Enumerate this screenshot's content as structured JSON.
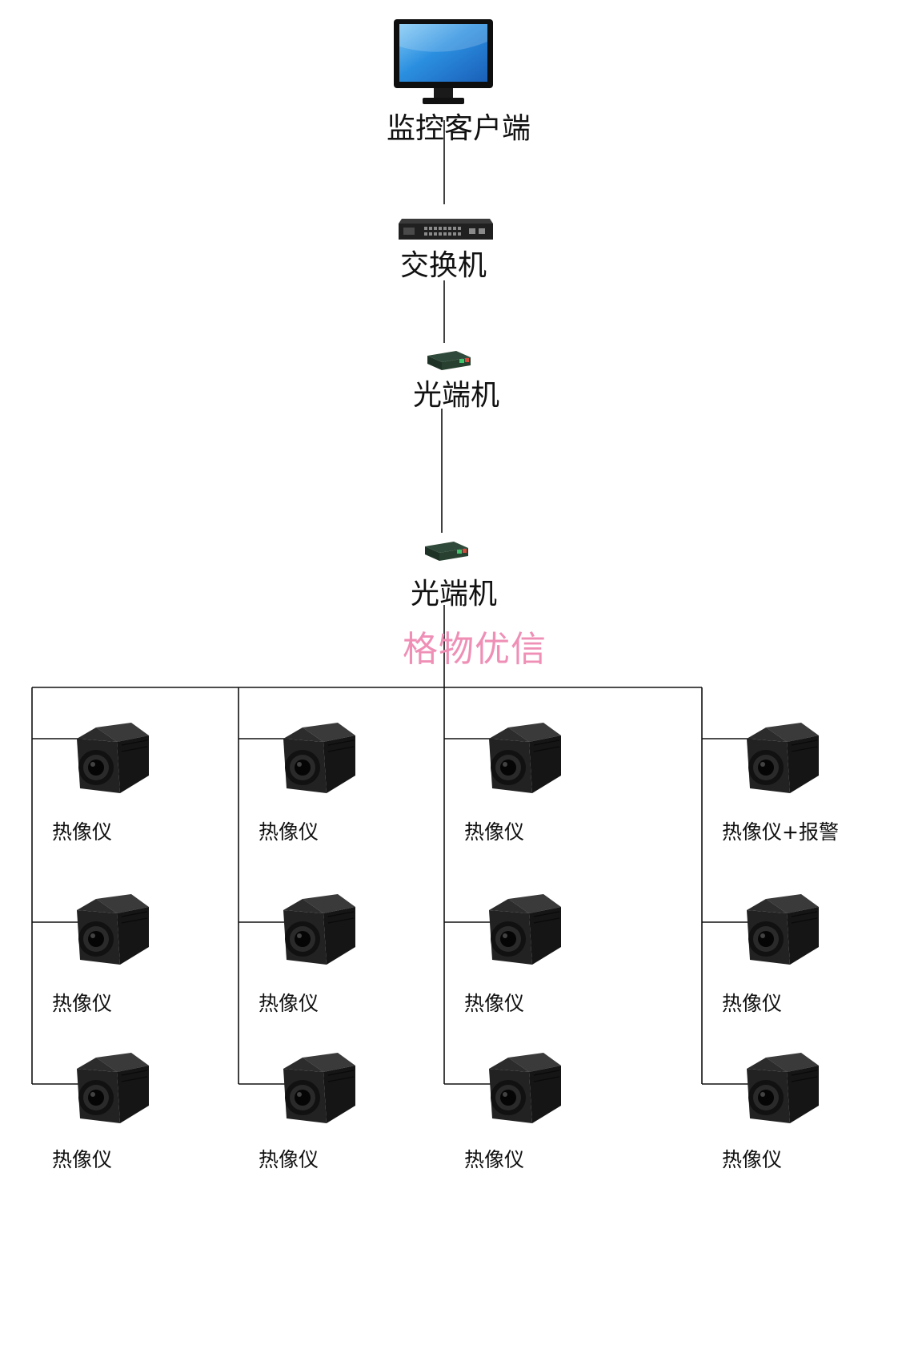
{
  "diagram": {
    "client": {
      "label": "监控客户端",
      "icon": "monitor-icon"
    },
    "switch": {
      "label": "交换机",
      "icon": "network-switch-icon"
    },
    "optical_top": {
      "label": "光端机",
      "icon": "optical-transceiver-icon"
    },
    "optical_bottom": {
      "label": "光端机",
      "icon": "optical-transceiver-icon"
    },
    "watermark": "格物优信",
    "columns": [
      {
        "cameras": [
          {
            "label": "热像仪"
          },
          {
            "label": "热像仪"
          },
          {
            "label": "热像仪"
          }
        ]
      },
      {
        "cameras": [
          {
            "label": "热像仪"
          },
          {
            "label": "热像仪"
          },
          {
            "label": "热像仪"
          }
        ]
      },
      {
        "cameras": [
          {
            "label": "热像仪"
          },
          {
            "label": "热像仪"
          },
          {
            "label": "热像仪"
          }
        ]
      },
      {
        "cameras": [
          {
            "label": "热像仪+报警"
          },
          {
            "label": "热像仪"
          },
          {
            "label": "热像仪"
          }
        ]
      }
    ],
    "colors": {
      "line": "#111111",
      "watermark": "#ef8fb6",
      "camera_body": "#1c1c1c"
    }
  }
}
